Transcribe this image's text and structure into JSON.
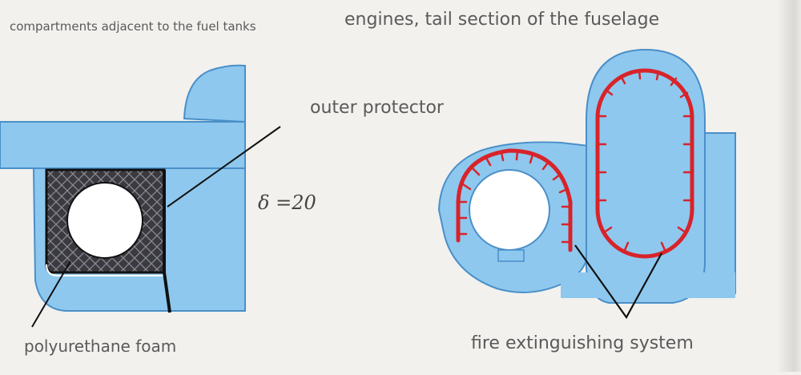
{
  "labels": {
    "adjacent": "compartments adjacent to the fuel tanks",
    "engines": "engines, tail section of the fuselage",
    "outer": "outer protector",
    "delta": "δ =20",
    "foam": "polyurethane foam",
    "fire": "fire extinguishing system"
  },
  "colors": {
    "fill_blue": "#8ec8ee",
    "outline_blue": "#4a8fc8",
    "red_line": "#d8232a",
    "dark_block": "#2f2f35",
    "text": "#5a5a5a",
    "background": "#f2f1ee"
  }
}
